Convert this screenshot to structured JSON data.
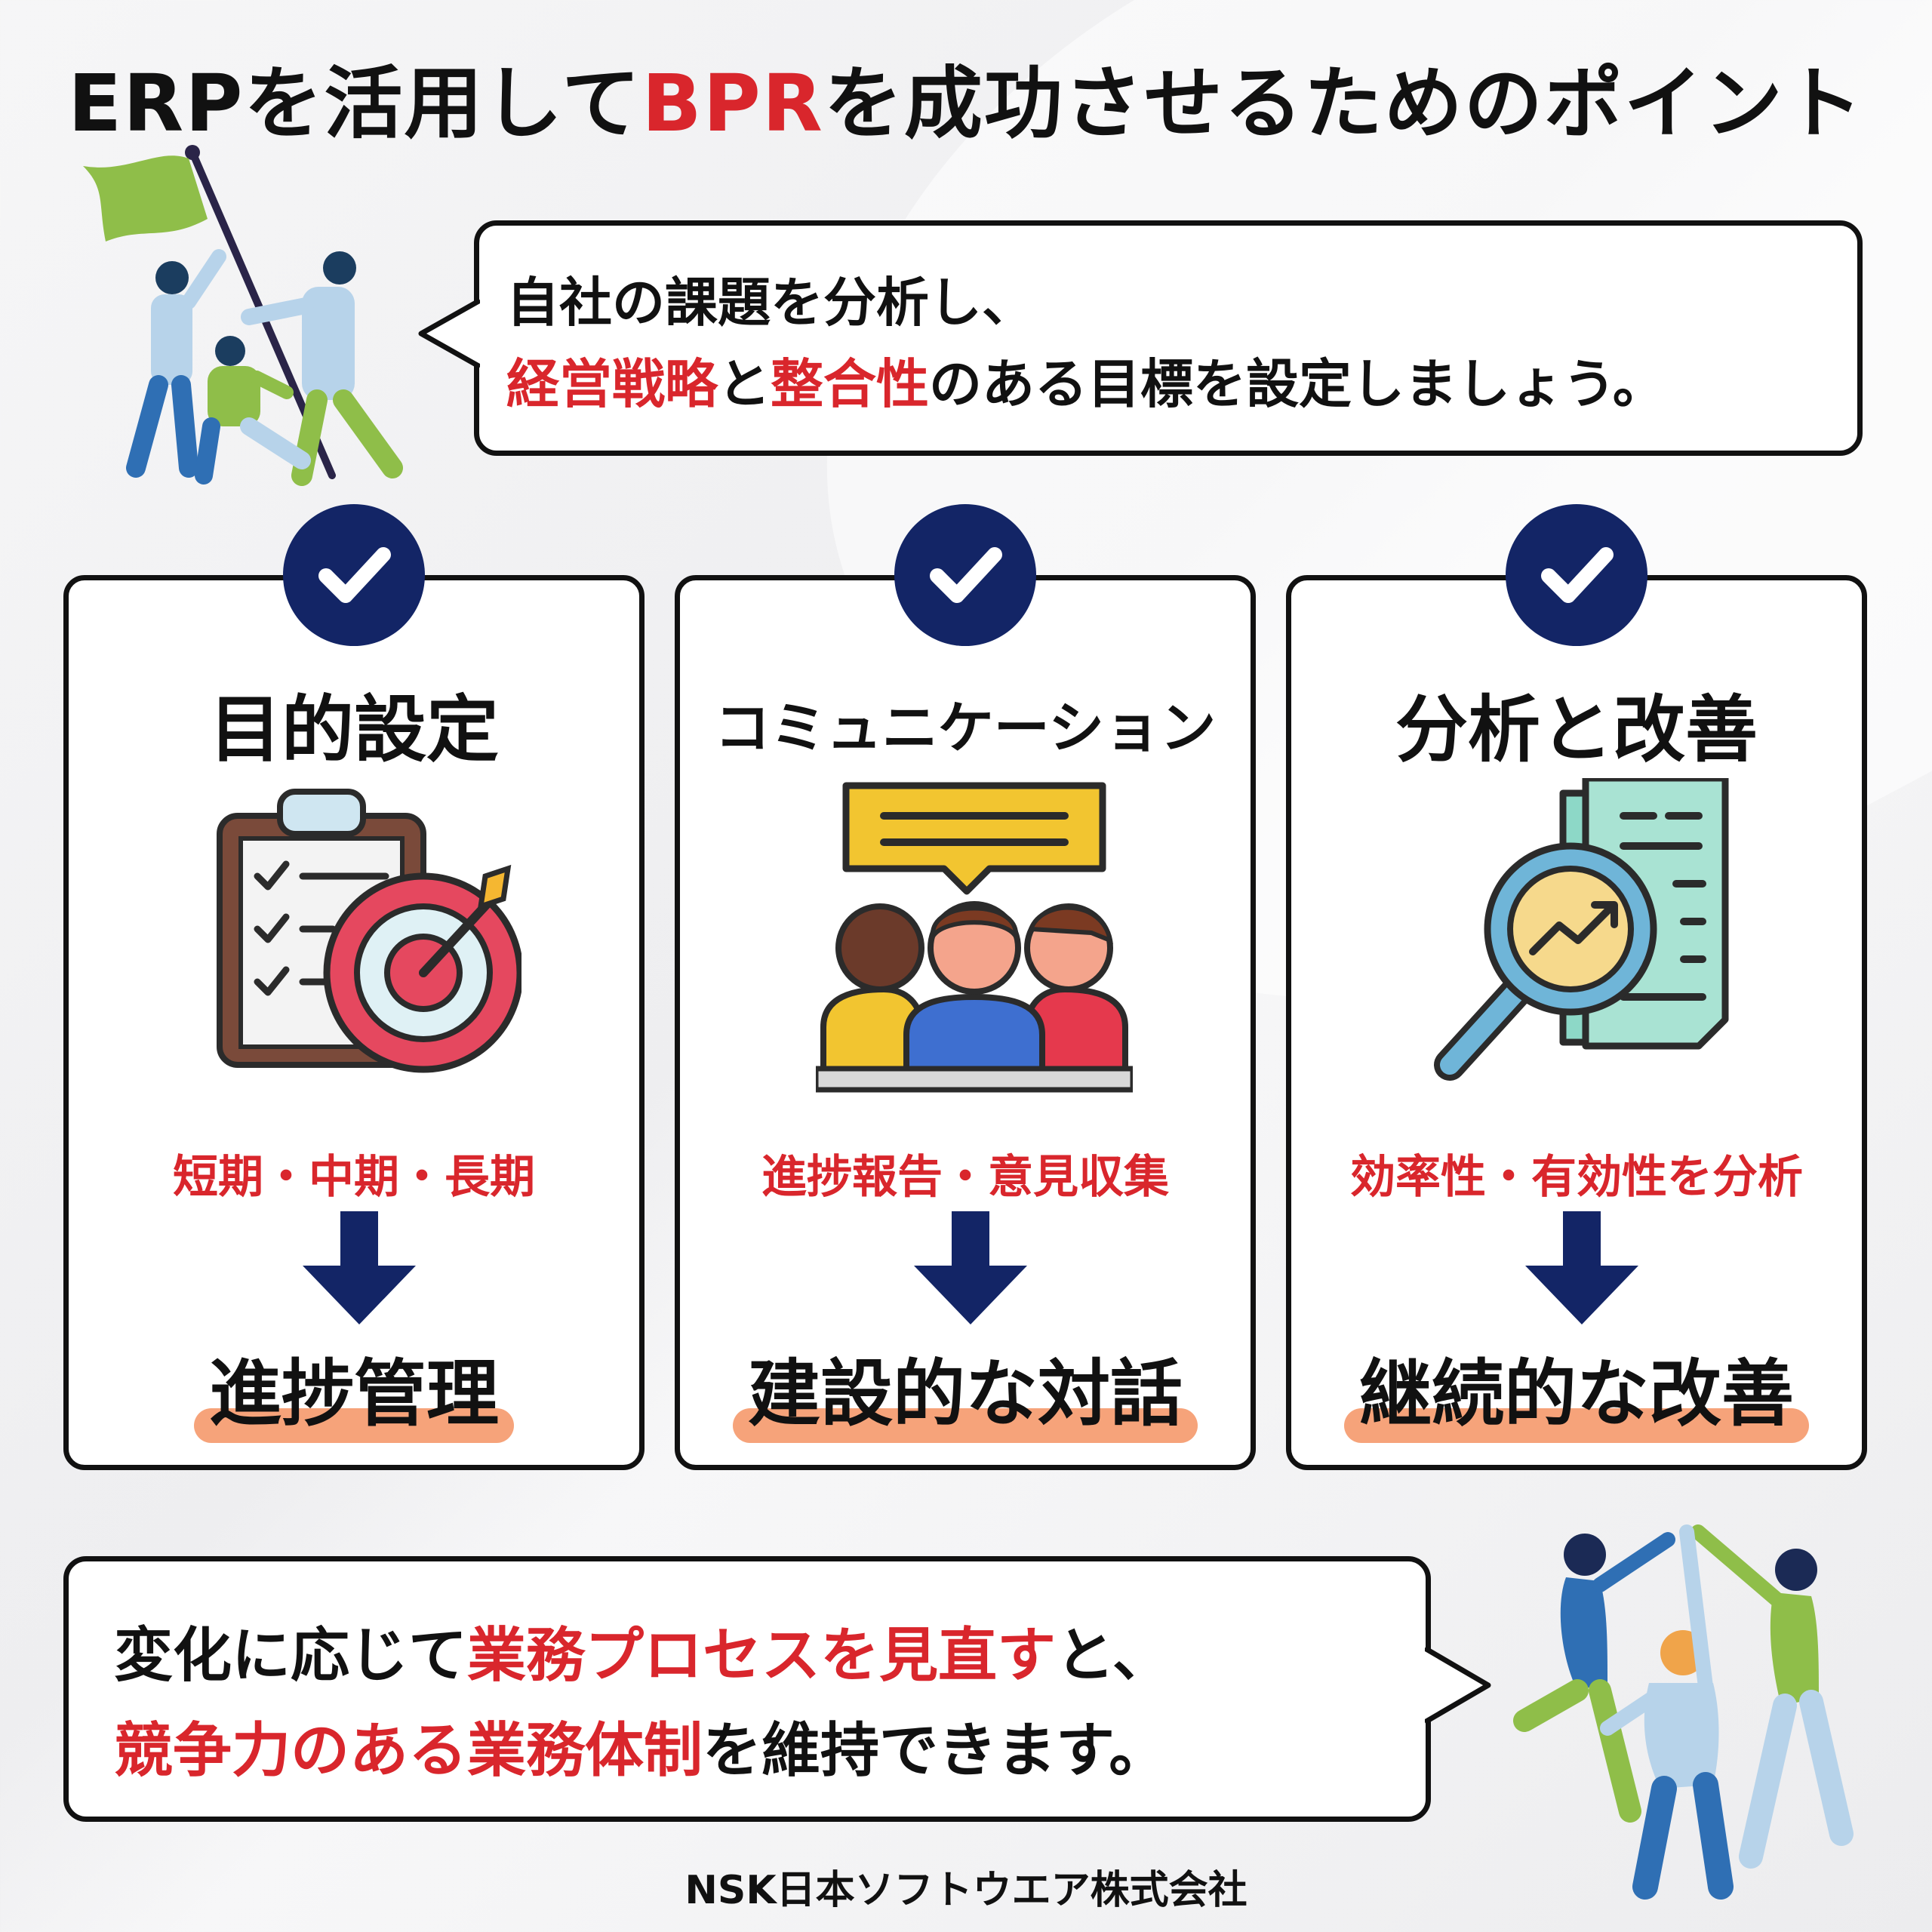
{
  "title": {
    "part1": "ERPを活用して",
    "part2": "BPR",
    "part3": "を成功させるためのポイント"
  },
  "top_bubble": {
    "line1": "自社の課題を分析し、",
    "line2_red1": "経営戦略",
    "line2_mid": "と",
    "line2_red2": "整合性",
    "line2_end": "のある目標を設定しましょう。"
  },
  "cards": [
    {
      "title": "目的設定",
      "subtitle": "短期・中期・長期",
      "result": "進捗管理",
      "icon": "clipboard-target-icon"
    },
    {
      "title": "コミュニケーション",
      "subtitle": "進捗報告・意見収集",
      "result": "建設的な対話",
      "icon": "team-discussion-icon"
    },
    {
      "title": "分析と改善",
      "subtitle": "効率性・有効性を分析",
      "result": "継続的な改善",
      "icon": "document-magnifier-icon"
    }
  ],
  "bottom_bubble": {
    "line1_start": "変化に応じて",
    "line1_red": "業務プロセスを見直す",
    "line1_end": "と、",
    "line2_red": "競争力のある業務体制",
    "line2_end": "を維持できます。"
  },
  "footer": "NSK日本ソフトウエア株式会社",
  "colors": {
    "accent_red": "#d9262c",
    "navy": "#132566",
    "highlight": "#f6a37a"
  }
}
